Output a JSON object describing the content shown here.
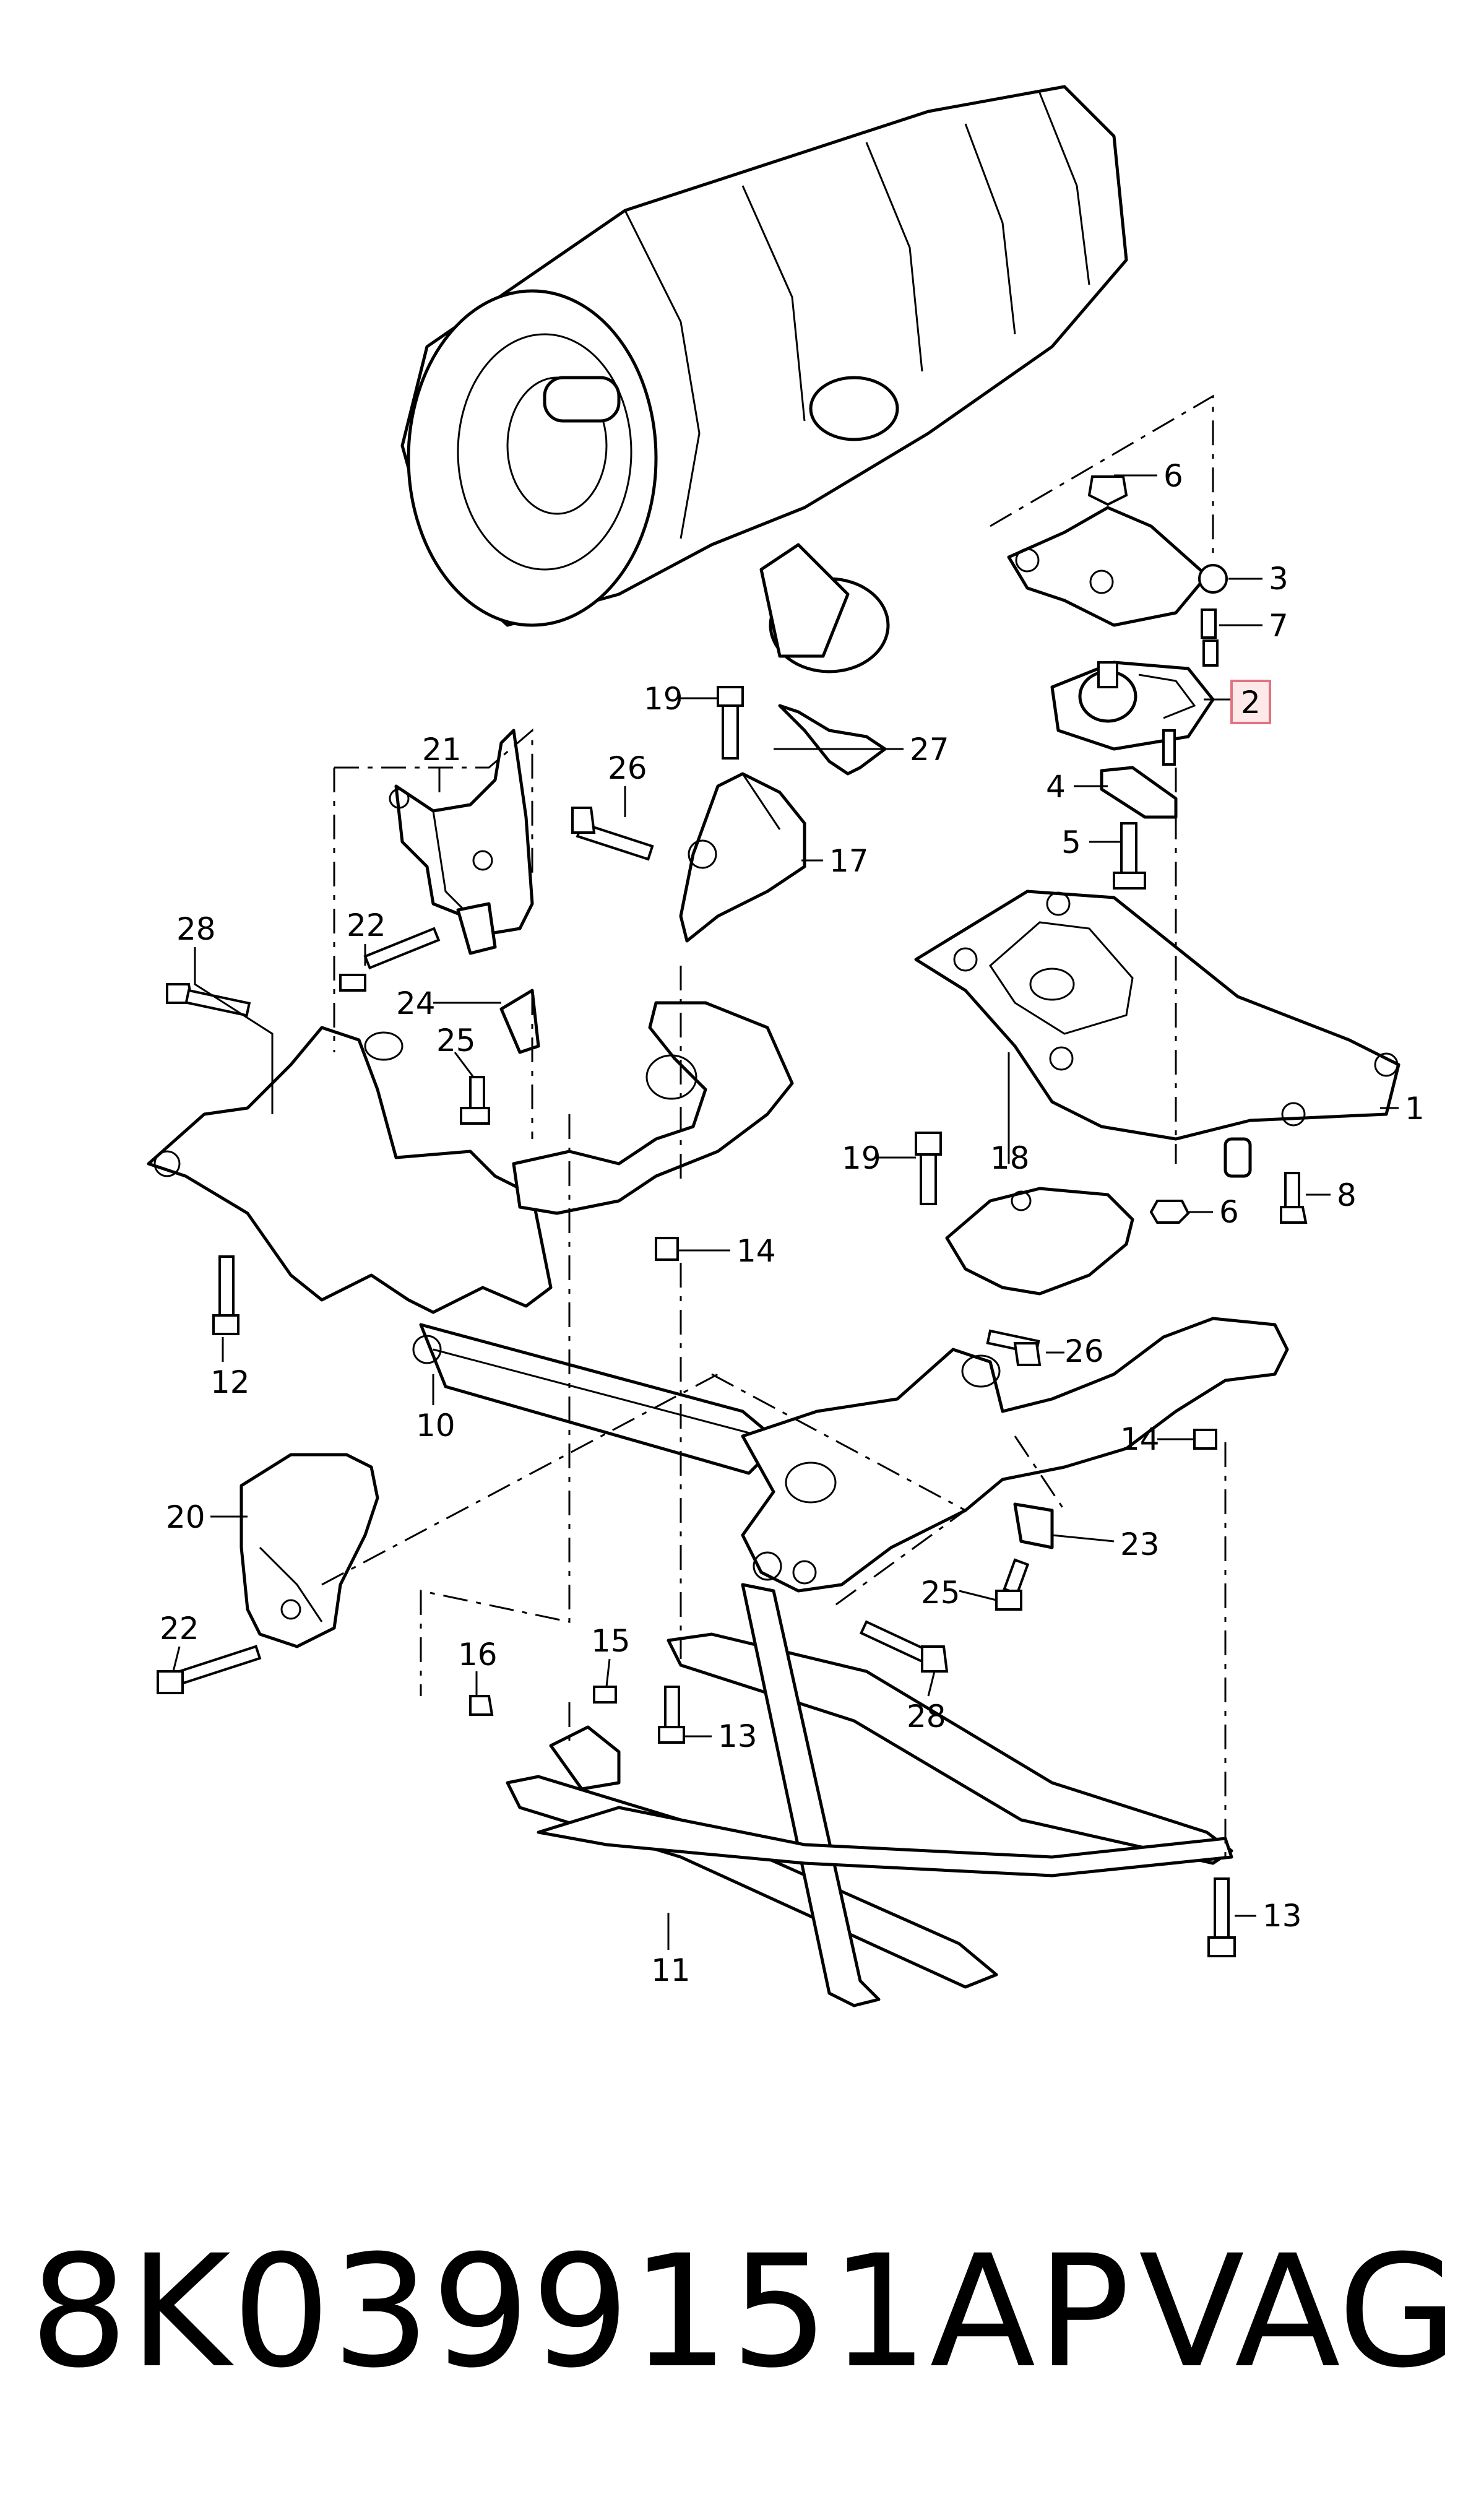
{
  "diagram": {
    "callouts": {
      "c1": "1",
      "c2": "2",
      "c3": "3",
      "c4": "4",
      "c5": "5",
      "c6a": "6",
      "c6b": "6",
      "c7": "7",
      "c8": "8",
      "c10": "10",
      "c11": "11",
      "c12": "12",
      "c13a": "13",
      "c13b": "13",
      "c14a": "14",
      "c14b": "14",
      "c15": "15",
      "c16": "16",
      "c17": "17",
      "c18": "18",
      "c19a": "19",
      "c19b": "19",
      "c20": "20",
      "c21": "21",
      "c22a": "22",
      "c22b": "22",
      "c23": "23",
      "c24": "24",
      "c25a": "25",
      "c25b": "25",
      "c26a": "26",
      "c26b": "26",
      "c27": "27",
      "c28a": "28",
      "c28b": "28"
    },
    "highlighted_callout": "2",
    "highlight_color": "#e0737f"
  },
  "footer": {
    "part_number": "8K0399151AP",
    "brand": "VAG"
  }
}
